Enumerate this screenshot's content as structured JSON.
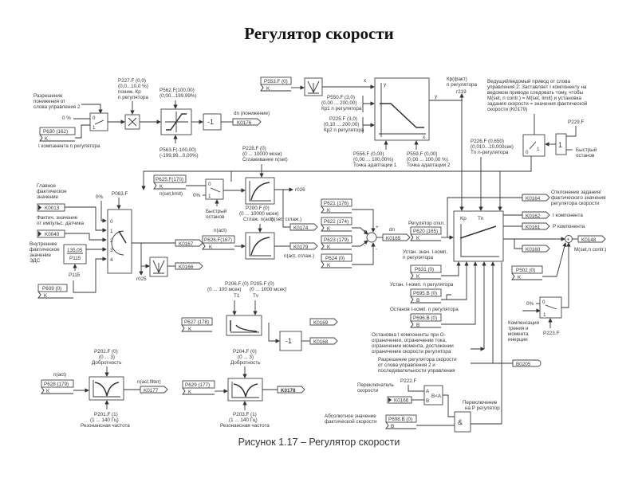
{
  "title": "Регулятор скорости",
  "caption": "Рисунок 1.17 – Регулятор скорости",
  "top_row": {
    "enable_reduction_label": [
      "Разрешение",
      "понижения от",
      "слова управления 2"
    ],
    "zero_pct": "0 %",
    "p630": "P630 (162)",
    "k": "K",
    "i_comp_label": "I компанента n регулятора",
    "p227": [
      "P227.F (0,0)",
      "(0,0...10,0 %)",
      "пониж. Кр",
      "n регулятора"
    ],
    "p562": [
      "P562.F(100,00)",
      "(0,00...199,99%)"
    ],
    "p563": [
      "P563.F(-100,00)",
      "(-199,99...0,00%)"
    ],
    "neg1": "-1",
    "dn_reduction": "dn (понижение)",
    "k0176": "K0176",
    "p553": "P553.F (0)",
    "p550": [
      "P550.F (3,0)",
      "(0,00 ... 200,00)",
      "Кр1 n регулятора"
    ],
    "p225": [
      "P225.F (3,0)",
      "(0,10 ... 200,00)",
      "Кр2 n регулятора"
    ],
    "p556": [
      "P556.F (0,00)",
      "(0,00 ... 100,00%)",
      "Точка адаптации 1"
    ],
    "p559": [
      "P559.F (0,00)",
      "(0,00 ... 100,00 %)",
      "Точка адаптации 2"
    ],
    "x": "x",
    "y": "y",
    "kp_fact": [
      "Кр(факт)",
      "n регулятора",
      "r219"
    ],
    "master_slave": [
      "Ведущий/ведомый привод от слова",
      "управления 2: Заставляет I компоненту на",
      "ведомом приводе следовать тому, чтобы",
      "M(set, n contr.) = M(set, limit) и установка",
      "задания скорости = значения фактической",
      "скорости (K0179)"
    ],
    "p229": "P229.F",
    "fast_stop": [
      "Быстрый",
      "останов"
    ],
    "one": "1",
    "p226": [
      "P226.F (0,650)",
      "(0,010...10,000сек)",
      "Tn n-регулятора"
    ]
  },
  "middle": {
    "p228": [
      "P228.F (0)",
      "(0 ... 10000 мсек)",
      "Сглаживание n(set)"
    ],
    "p625": "P625.F(170)",
    "nset_limit": "n(set,limit)",
    "zero_pct": "0%",
    "fast_stop": [
      "Быстрый",
      "останов"
    ],
    "r026": "r026",
    "p200": [
      "P200.F (0)",
      "(0 ... 10000 мсек)",
      "Сглаж. n(act)"
    ],
    "nset_smooth": "n(set, сглаж.)",
    "nact_smooth": "n(act, сглаж.)",
    "k0174": "K0174",
    "k0179": "K0179",
    "nact": "n(act)",
    "p626": "P626.F(167)",
    "p621": "P621 (176)",
    "p622": "P622 (174)",
    "p623": "P623 (179)",
    "p624": "P624 (0)",
    "dn": "dn",
    "k0165": "K0165",
    "reg_off": "Регулятор откл.",
    "p620": "P620 (165)",
    "kp": "Kp",
    "tn": "Tn",
    "main_actual": [
      "Главное",
      "фактическое",
      "значение"
    ],
    "k0013": "K0013",
    "pulse_actual": [
      "Фактич. значение",
      "от импульс. датчика"
    ],
    "k0040": "K0040",
    "emf_actual": [
      "Внутреннее",
      "фактическое",
      "значение",
      "ЭДС"
    ],
    "v135": "135,05",
    "p115": "P115",
    "p083": "P083.F",
    "inputs": [
      "0",
      "1",
      "2",
      "3",
      "4"
    ],
    "k0167": "K0167",
    "k0166": "K0166",
    "r025": "r025",
    "p609": "P609 (0)",
    "k0164": "K0164",
    "deviation": [
      "Отклонение задания/",
      "фактического значения",
      "регулятора скорости"
    ],
    "k0162": "K0162",
    "i_comp": "I компонента",
    "k0161": "K0161",
    "p_comp": "P компонента",
    "k0148": "K0148",
    "mset": "M(set,n contr.)",
    "k0160": "K0160",
    "p502": "P502 (0)",
    "friction": [
      "Компенсация",
      "трения и",
      "момента",
      "инерции"
    ],
    "p223": "P223.F"
  },
  "lower": {
    "set_i_val": [
      "Устан. знач. I-комп.",
      "n регулятора"
    ],
    "p631": "P631 (0)",
    "set_i": "Устан. I-комп. n регулятора",
    "p695": "P695.B (0)",
    "stop_i": "Останов I-комп. n регулятора",
    "p696": "P696.B (0)",
    "b": "B",
    "stop_i_limits": [
      "Остановка I компоненты при   G-",
      "ограничении, ограничении тока,",
      "ограничении момента, достижении",
      "ограничение скорости регулятора"
    ],
    "enable_reg": [
      "Разрешение регулятора скорости",
      "от слова управления 2 и",
      "последовательности управления"
    ],
    "b0205": "B0205",
    "p206": [
      "P206.F (0)",
      "(0 ... 100 мсек)",
      "T1"
    ],
    "p205": [
      "P205.F (0)",
      "(0 ... 1000 мсек)",
      "Tv"
    ],
    "p627": "P627 (178)",
    "k0169": "K0169",
    "k0168": "K0168",
    "p202": [
      "P202.F (0)",
      "(0 ... 3)",
      "Добротность"
    ],
    "p201": [
      "P201.F (1)",
      "(1 ... 140 Гц)",
      "Резонансная частота"
    ],
    "nact": "n(act)",
    "p628": "P628 (179)",
    "nact_filter": "n(act,filter)",
    "k0177": "K0177",
    "p204": [
      "P204.F (0)",
      "(0 ... 3)",
      "Добротность"
    ],
    "p203": [
      "P203.F (1)",
      "(1 ... 140 Гц)",
      "Резонансная частота"
    ],
    "p629": "P629 (177)",
    "k0178": "K0178",
    "speed_switch": [
      "Переключатель",
      "скорости"
    ],
    "p222": "P222.F",
    "a": "A",
    "bca": "B<A",
    "k0166": "K0166",
    "abs_speed": [
      "Абсолютное значение",
      "фактической скорости"
    ],
    "p698": "P698.B (0)",
    "and": "&",
    "switch_p": [
      "Переключение",
      "на P регулятор"
    ]
  }
}
